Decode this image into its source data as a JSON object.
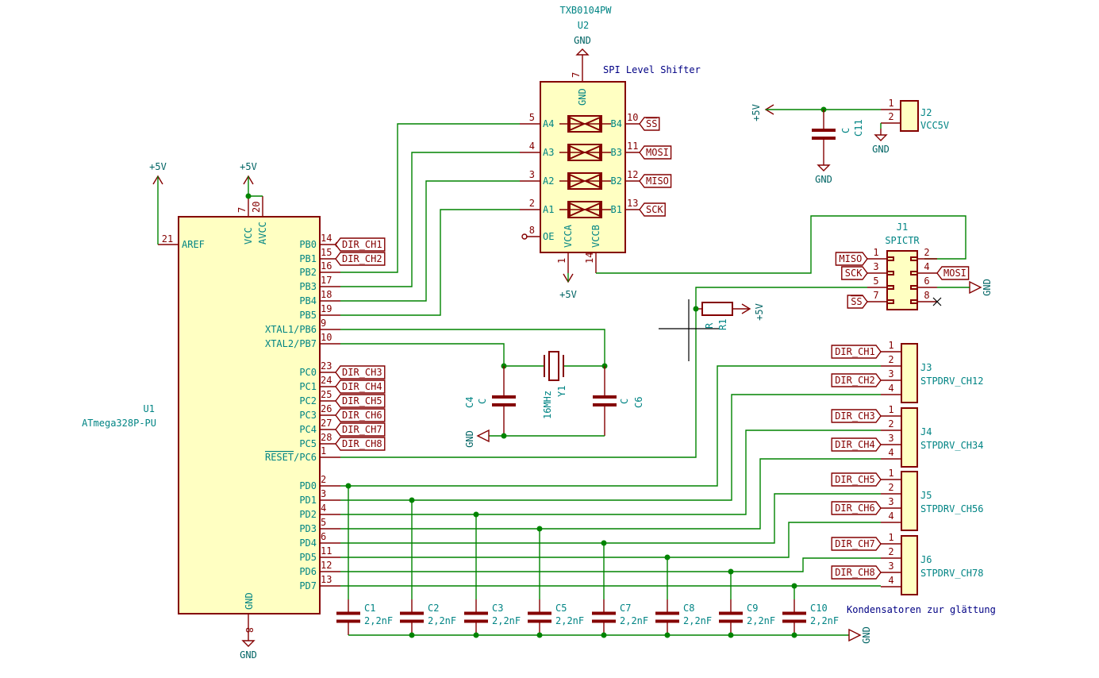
{
  "u1": {
    "ref": "U1",
    "value": "ATmega328P-PU",
    "pins_left": [
      {
        "num": "21",
        "name": "AREF"
      }
    ],
    "pins_top": [
      {
        "num": "7",
        "name": "VCC"
      },
      {
        "num": "20",
        "name": "AVCC"
      }
    ],
    "pins_bottom": [
      {
        "num": "8",
        "name": "GND"
      }
    ],
    "pins_right": [
      {
        "num": "14",
        "name": "PB0"
      },
      {
        "num": "15",
        "name": "PB1"
      },
      {
        "num": "16",
        "name": "PB2"
      },
      {
        "num": "17",
        "name": "PB3"
      },
      {
        "num": "18",
        "name": "PB4"
      },
      {
        "num": "19",
        "name": "PB5"
      },
      {
        "num": "9",
        "name": "XTAL1/PB6"
      },
      {
        "num": "10",
        "name": "XTAL2/PB7"
      },
      {
        "num": "23",
        "name": "PC0"
      },
      {
        "num": "24",
        "name": "PC1"
      },
      {
        "num": "25",
        "name": "PC2"
      },
      {
        "num": "26",
        "name": "PC3"
      },
      {
        "num": "27",
        "name": "PC4"
      },
      {
        "num": "28",
        "name": "PC5"
      },
      {
        "num": "1",
        "name": "RESET/PC6"
      },
      {
        "num": "2",
        "name": "PD0"
      },
      {
        "num": "3",
        "name": "PD1"
      },
      {
        "num": "4",
        "name": "PD2"
      },
      {
        "num": "5",
        "name": "PD3"
      },
      {
        "num": "6",
        "name": "PD4"
      },
      {
        "num": "11",
        "name": "PD5"
      },
      {
        "num": "12",
        "name": "PD6"
      },
      {
        "num": "13",
        "name": "PD7"
      }
    ]
  },
  "u2": {
    "ref": "U2",
    "value": "TXB0104PW",
    "desc": "SPI Level Shifter",
    "pins_left": [
      {
        "num": "5",
        "name": "A4"
      },
      {
        "num": "4",
        "name": "A3"
      },
      {
        "num": "3",
        "name": "A2"
      },
      {
        "num": "2",
        "name": "A1"
      },
      {
        "num": "8",
        "name": "OE"
      }
    ],
    "pins_right": [
      {
        "num": "10",
        "name": "B4"
      },
      {
        "num": "11",
        "name": "B3"
      },
      {
        "num": "12",
        "name": "B2"
      },
      {
        "num": "13",
        "name": "B1"
      }
    ],
    "pin_top": {
      "num": "7",
      "name": "GND"
    },
    "pins_bottom": [
      {
        "num": "1",
        "name": "VCCA"
      },
      {
        "num": "14",
        "name": "VCCB"
      }
    ]
  },
  "u2_labels": [
    "SS",
    "MOSI",
    "MISO",
    "SCK"
  ],
  "u1_pb_labels": [
    "DIR_CH1",
    "DIR_CH2"
  ],
  "u1_pc_labels": [
    "DIR_CH3",
    "DIR_CH4",
    "DIR_CH5",
    "DIR_CH6",
    "DIR_CH7",
    "DIR_CH8"
  ],
  "j1": {
    "ref": "J1",
    "value": "SPICTR",
    "pins_left": [
      "1",
      "3",
      "5",
      "7"
    ],
    "pins_right": [
      "2",
      "4",
      "6",
      "8"
    ],
    "labels_left": [
      "MISO",
      "SCK",
      "",
      "SS"
    ],
    "labels_right": [
      "",
      "MOSI",
      "",
      ""
    ]
  },
  "j2": {
    "ref": "J2",
    "value": "VCC5V",
    "pins": [
      "1",
      "2"
    ]
  },
  "c11": {
    "ref": "C11",
    "value": "C"
  },
  "r1": {
    "ref": "R1",
    "value": "R"
  },
  "y1": {
    "ref": "Y1",
    "value": "16MHz"
  },
  "c4": {
    "ref": "C4",
    "value": "C"
  },
  "c6": {
    "ref": "C6",
    "value": "C"
  },
  "drivers": [
    {
      "ref": "J3",
      "value": "STPDRV_CH12",
      "labels": [
        "DIR_CH1",
        "DIR_CH2"
      ]
    },
    {
      "ref": "J4",
      "value": "STPDRV_CH34",
      "labels": [
        "DIR_CH3",
        "DIR_CH4"
      ]
    },
    {
      "ref": "J5",
      "value": "STPDRV_CH56",
      "labels": [
        "DIR_CH5",
        "DIR_CH6"
      ]
    },
    {
      "ref": "J6",
      "value": "STPDRV_CH78",
      "labels": [
        "DIR_CH7",
        "DIR_CH8"
      ]
    }
  ],
  "driver_pins": [
    "1",
    "2",
    "3",
    "4"
  ],
  "bank_caps": [
    {
      "ref": "C1",
      "value": "2,2nF"
    },
    {
      "ref": "C2",
      "value": "2,2nF"
    },
    {
      "ref": "C3",
      "value": "2,2nF"
    },
    {
      "ref": "C5",
      "value": "2,2nF"
    },
    {
      "ref": "C7",
      "value": "2,2nF"
    },
    {
      "ref": "C8",
      "value": "2,2nF"
    },
    {
      "ref": "C9",
      "value": "2,2nF"
    },
    {
      "ref": "C10",
      "value": "2,2nF"
    }
  ],
  "bank_note": "Kondensatoren zur glättung",
  "power": {
    "plus5v": "+5V",
    "gnd": "GND"
  }
}
